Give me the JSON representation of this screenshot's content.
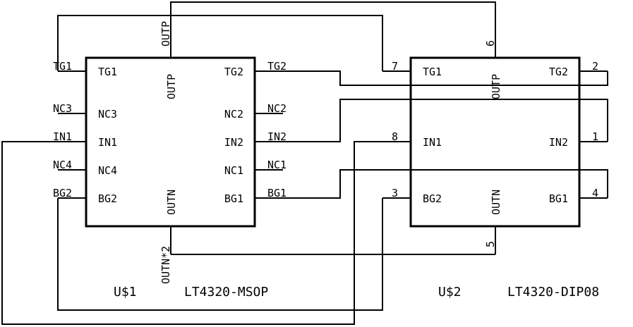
{
  "u1": {
    "name": "U$1",
    "value": "LT4320-MSOP",
    "pins_left": [
      "TG1",
      "NC3",
      "IN1",
      "NC4",
      "BG2"
    ],
    "pins_right": [
      "TG2",
      "NC2",
      "IN2",
      "NC1",
      "BG1"
    ],
    "pin_top": "OUTP",
    "pin_bottom": "OUTN",
    "nets_left": [
      "TG1",
      "NC3",
      "IN1",
      "NC4",
      "BG2"
    ],
    "nets_right": [
      "TG2",
      "NC2",
      "IN2",
      "NC1",
      "BG1"
    ],
    "net_top": "OUTP",
    "net_bottom": "OUTN*2"
  },
  "u2": {
    "name": "U$2",
    "value": "LT4320-DIP08",
    "pins_left": [
      "TG1",
      "IN1",
      "BG2"
    ],
    "pins_right": [
      "TG2",
      "IN2",
      "BG1"
    ],
    "pin_top": "OUTP",
    "pin_bottom": "OUTN",
    "pin_numbers": {
      "tg1": "7",
      "in1": "8",
      "bg2": "3",
      "tg2": "2",
      "in2": "1",
      "bg1": "4",
      "outp": "6",
      "outn": "5"
    }
  },
  "colors": {
    "line": "#000000",
    "background": "#ffffff"
  }
}
